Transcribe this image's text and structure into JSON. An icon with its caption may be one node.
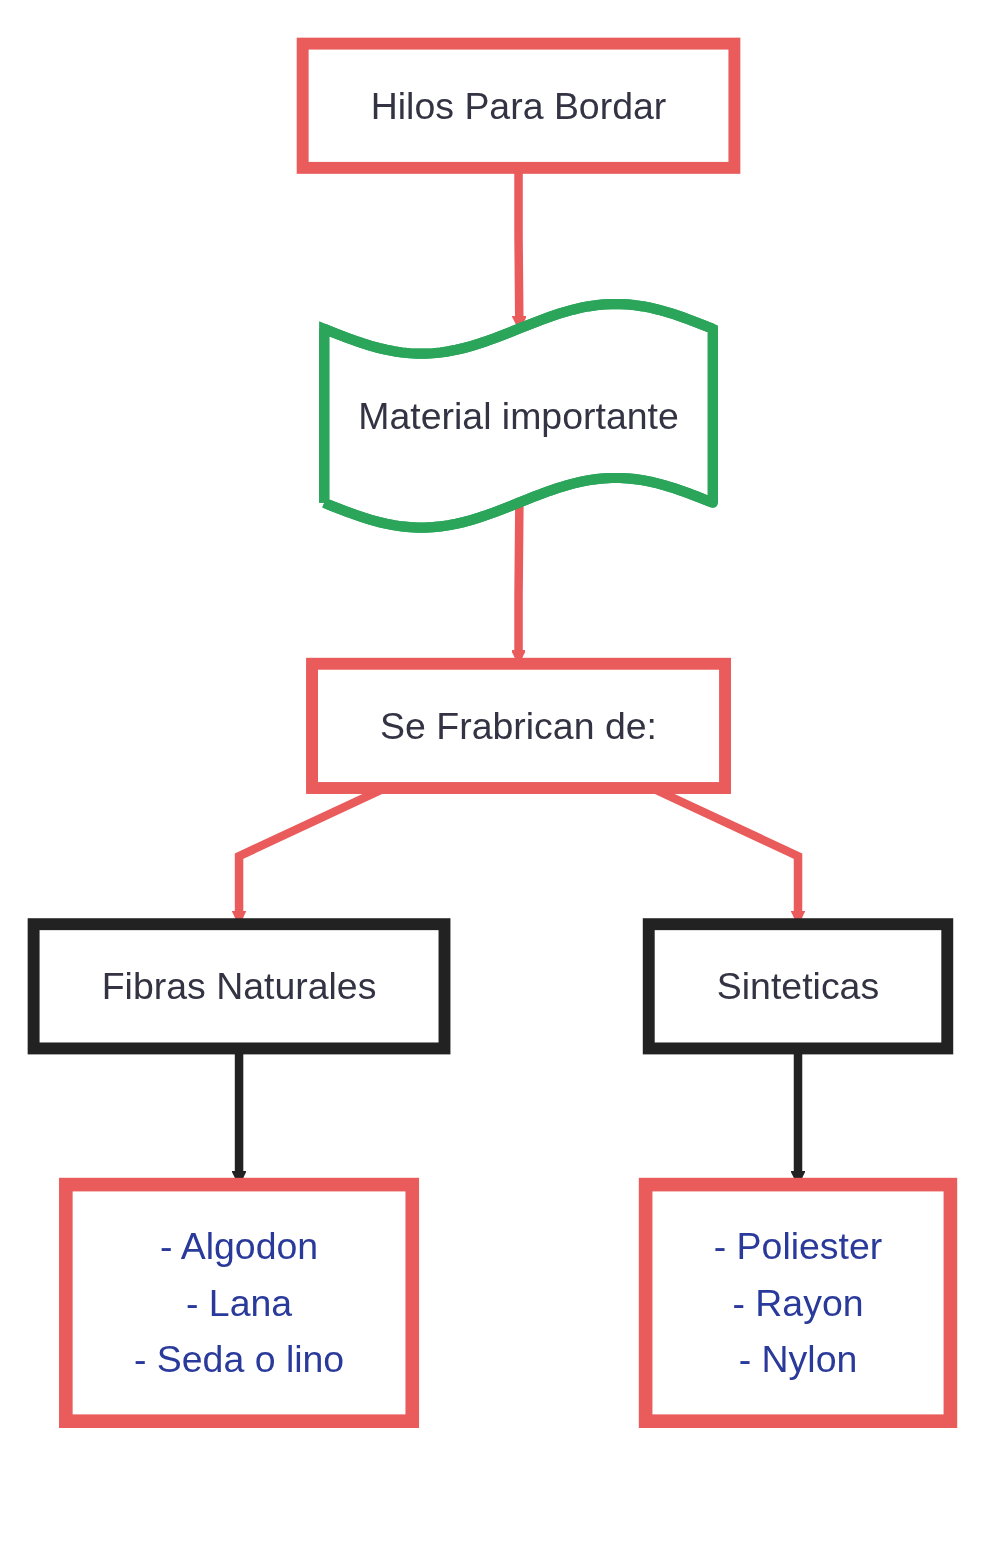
{
  "diagram": {
    "nodes": [
      {
        "text": [
          "Hilos Para Bordar"
        ]
      },
      {
        "text": [
          "Material importante"
        ]
      },
      {
        "text": [
          "Se Frabrican de:"
        ]
      },
      {
        "text": [
          "Fibras Naturales"
        ]
      },
      {
        "text": [
          "Sinteticas"
        ]
      },
      {
        "text": [
          "- Algodon",
          "- Lana",
          "- Seda o lino"
        ]
      },
      {
        "text": [
          "- Poliester",
          "- Rayon",
          "- Nylon"
        ]
      }
    ],
    "edges": [
      {
        "from": 0,
        "to": 1,
        "arrow": "to"
      },
      {
        "from": 1,
        "to": 2,
        "arrow": "to"
      },
      {
        "from": 2,
        "to": 3,
        "arrow": "to"
      },
      {
        "from": 2,
        "to": 4,
        "arrow": "to"
      },
      {
        "from": 3,
        "to": 5,
        "arrow": "to",
        "color": "#222222"
      },
      {
        "from": 4,
        "to": 6,
        "arrow": "to",
        "color": "#222222"
      }
    ]
  }
}
